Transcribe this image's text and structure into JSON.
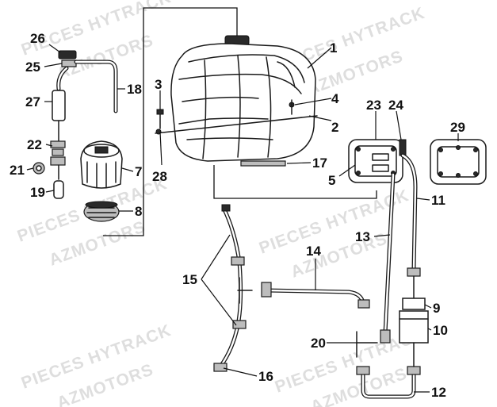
{
  "watermark": {
    "line1": "PIECES HYTRACK",
    "line2": "AZMOTORS"
  },
  "callouts": {
    "c1": "1",
    "c2": "2",
    "c3": "3",
    "c4": "4",
    "c5": "5",
    "c7": "7",
    "c8": "8",
    "c9": "9",
    "c10": "10",
    "c11": "11",
    "c12": "12",
    "c13": "13",
    "c14": "14",
    "c15": "15",
    "c16": "16",
    "c17": "17",
    "c18": "18",
    "c19": "19",
    "c20": "20",
    "c21": "21",
    "c22": "22",
    "c23": "23",
    "c24": "24",
    "c25": "25",
    "c26": "26",
    "c27": "27",
    "c28": "28",
    "c29": "29"
  },
  "colors": {
    "line": "#111111",
    "watermark": "#dedede",
    "background": "#ffffff"
  }
}
